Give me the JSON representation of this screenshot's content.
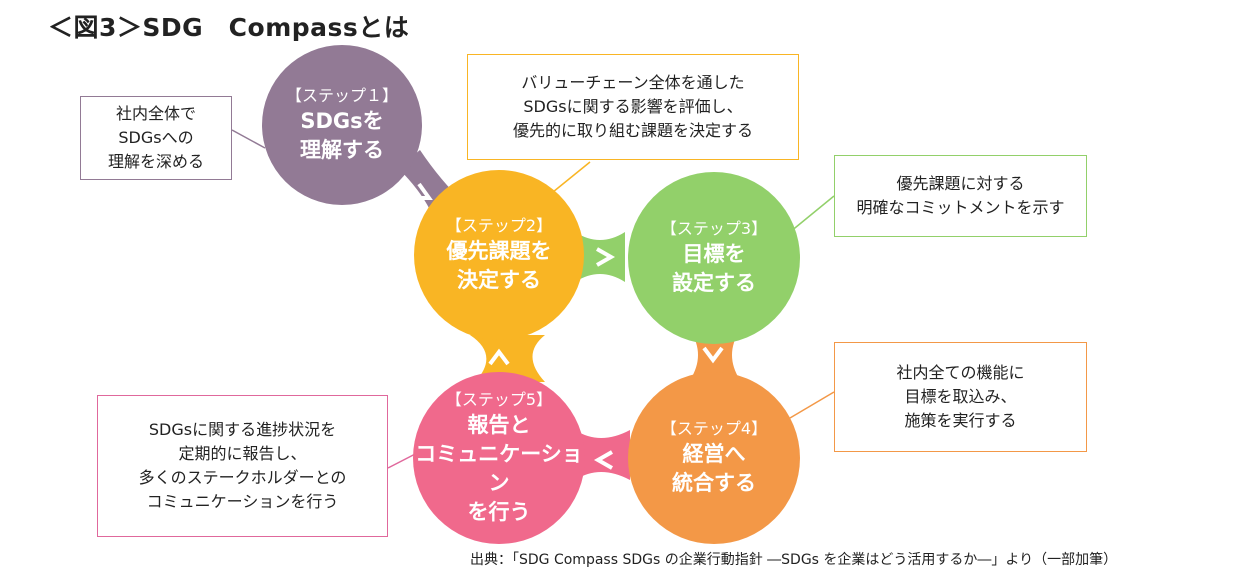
{
  "title": "＜図3＞SDG　Compassとは",
  "steps": [
    {
      "step": "【ステップ１】",
      "name": "SDGsを\n理解する",
      "color": "#927a95"
    },
    {
      "step": "【ステップ2】",
      "name": "優先課題を\n決定する",
      "color": "#f9b524"
    },
    {
      "step": "【ステップ3】",
      "name": "目標を\n設定する",
      "color": "#92d06a"
    },
    {
      "step": "【ステップ4】",
      "name": "経営へ\n統合する",
      "color": "#f39847"
    },
    {
      "step": "【ステップ5】",
      "name": "報告と\nコミュニケーション\nを行う",
      "color": "#f0698c"
    }
  ],
  "callouts": [
    {
      "text": "社内全体で\nSDGsへの\n理解を深める",
      "border": "#927a95"
    },
    {
      "text": "バリューチェーン全体を通した\nSDGsに関する影響を評価し、\n優先的に取り組む課題を決定する",
      "border": "#f9b524"
    },
    {
      "text": "優先課題に対する\n明確なコミットメントを示す",
      "border": "#92d06a"
    },
    {
      "text": "社内全ての機能に\n目標を取込み、\n施策を実行する",
      "border": "#f39847"
    },
    {
      "text": "SDGsに関する進捗状況を\n定期的に報告し、\n多くのステークホルダーとの\nコミュニケーションを行う",
      "border": "#e0689c"
    }
  ],
  "source": "出典：「SDG Compass SDGs の企業行動指針 ―SDGs を企業はどう活用するか―」より（一部加筆）"
}
